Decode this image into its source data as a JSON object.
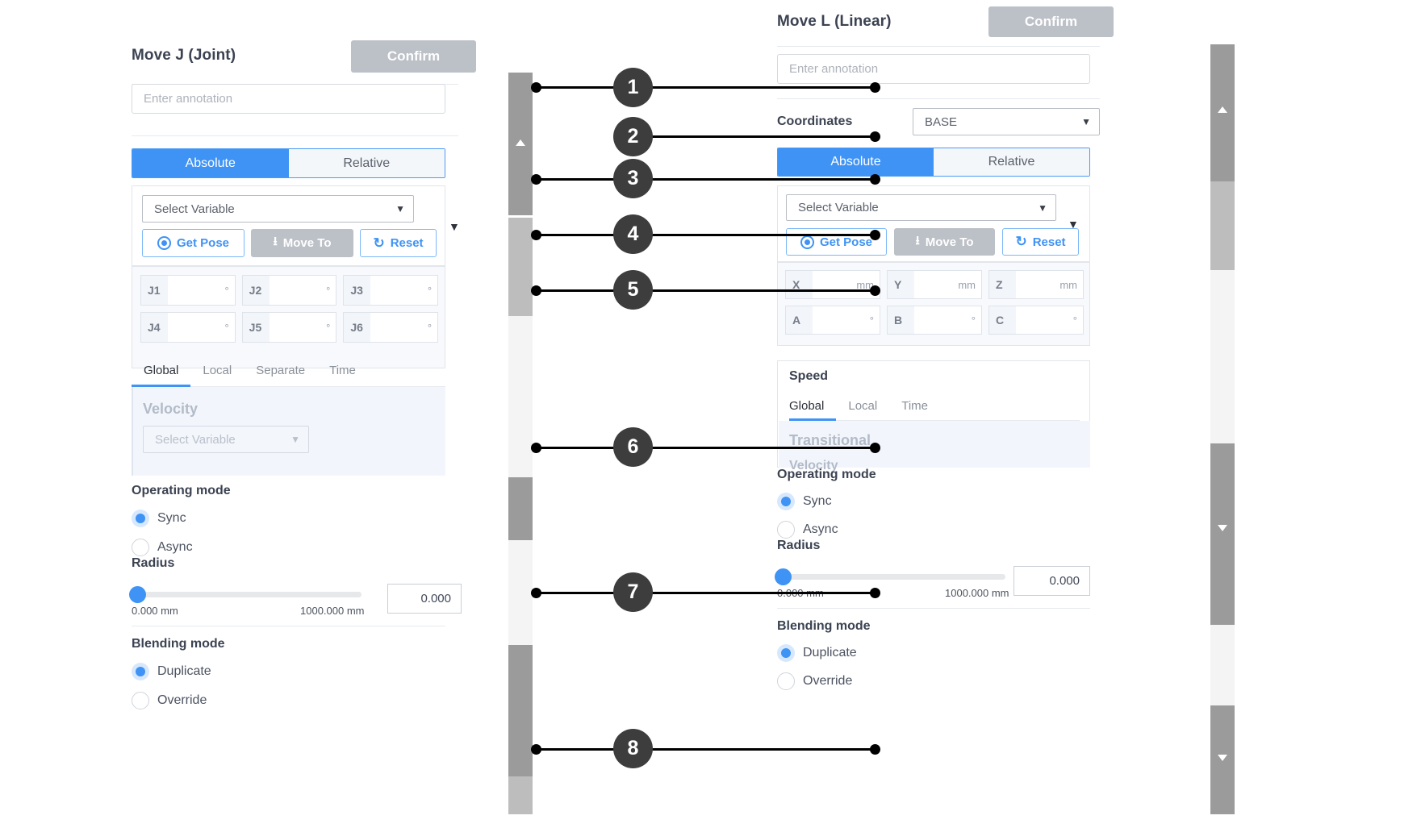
{
  "left_panel": {
    "title": "Move J (Joint)",
    "confirm_label": "Confirm",
    "annotation_placeholder": "Enter annotation",
    "mode_tabs": {
      "absolute": "Absolute",
      "relative": "Relative"
    },
    "variable_select": "Select Variable",
    "buttons": {
      "get_pose": "Get Pose",
      "move_to": "Move To",
      "reset": "Reset"
    },
    "joint_fields": [
      {
        "label": "J1",
        "value": "",
        "unit": "°"
      },
      {
        "label": "J2",
        "value": "",
        "unit": "°"
      },
      {
        "label": "J3",
        "value": "",
        "unit": "°"
      },
      {
        "label": "J4",
        "value": "",
        "unit": "°"
      },
      {
        "label": "J5",
        "value": "",
        "unit": "°"
      },
      {
        "label": "J6",
        "value": "",
        "unit": "°"
      }
    ],
    "speed_tabs": [
      "Global",
      "Local",
      "Separate",
      "Time"
    ],
    "speed_active_tab": "Global",
    "velocity_title": "Velocity",
    "velocity_select": "Select Variable",
    "operating_mode": {
      "title": "Operating mode",
      "options": [
        "Sync",
        "Async"
      ],
      "selected": "Sync"
    },
    "radius": {
      "title": "Radius",
      "min_label": "0.000 mm",
      "max_label": "1000.000 mm",
      "value": "0.000"
    },
    "blending_mode": {
      "title": "Blending mode",
      "options": [
        "Duplicate",
        "Override"
      ],
      "selected": "Duplicate"
    }
  },
  "right_panel": {
    "title": "Move L (Linear)",
    "confirm_label": "Confirm",
    "annotation_placeholder": "Enter annotation",
    "coordinates_label": "Coordinates",
    "coordinates_value": "BASE",
    "mode_tabs": {
      "absolute": "Absolute",
      "relative": "Relative"
    },
    "variable_select": "Select Variable",
    "buttons": {
      "get_pose": "Get Pose",
      "move_to": "Move To",
      "reset": "Reset"
    },
    "pose_fields": [
      {
        "label": "X",
        "value": "",
        "unit": "mm"
      },
      {
        "label": "Y",
        "value": "",
        "unit": "mm"
      },
      {
        "label": "Z",
        "value": "",
        "unit": "mm"
      },
      {
        "label": "A",
        "value": "",
        "unit": "°"
      },
      {
        "label": "B",
        "value": "",
        "unit": "°"
      },
      {
        "label": "C",
        "value": "",
        "unit": "°"
      }
    ],
    "speed_title": "Speed",
    "speed_tabs": [
      "Global",
      "Local",
      "Time"
    ],
    "speed_active_tab": "Global",
    "transitional_title": "Transitional",
    "transitional_sub": "Velocity",
    "operating_mode": {
      "title": "Operating mode",
      "options": [
        "Sync",
        "Async"
      ],
      "selected": "Sync"
    },
    "radius": {
      "title": "Radius",
      "min_label": "0.000 mm",
      "max_label": "1000.000 mm",
      "value": "0.000"
    },
    "blending_mode": {
      "title": "Blending mode",
      "options": [
        "Duplicate",
        "Override"
      ],
      "selected": "Duplicate"
    }
  },
  "callouts": [
    {
      "number": "1"
    },
    {
      "number": "2"
    },
    {
      "number": "3"
    },
    {
      "number": "4"
    },
    {
      "number": "5"
    },
    {
      "number": "6"
    },
    {
      "number": "7"
    },
    {
      "number": "8"
    }
  ],
  "colors": {
    "accent_blue": "#3f93f5",
    "muted_gray": "#bcc0c7",
    "callout_dark": "#3d3d3d",
    "panel_ghost": "#f2f6fc"
  }
}
